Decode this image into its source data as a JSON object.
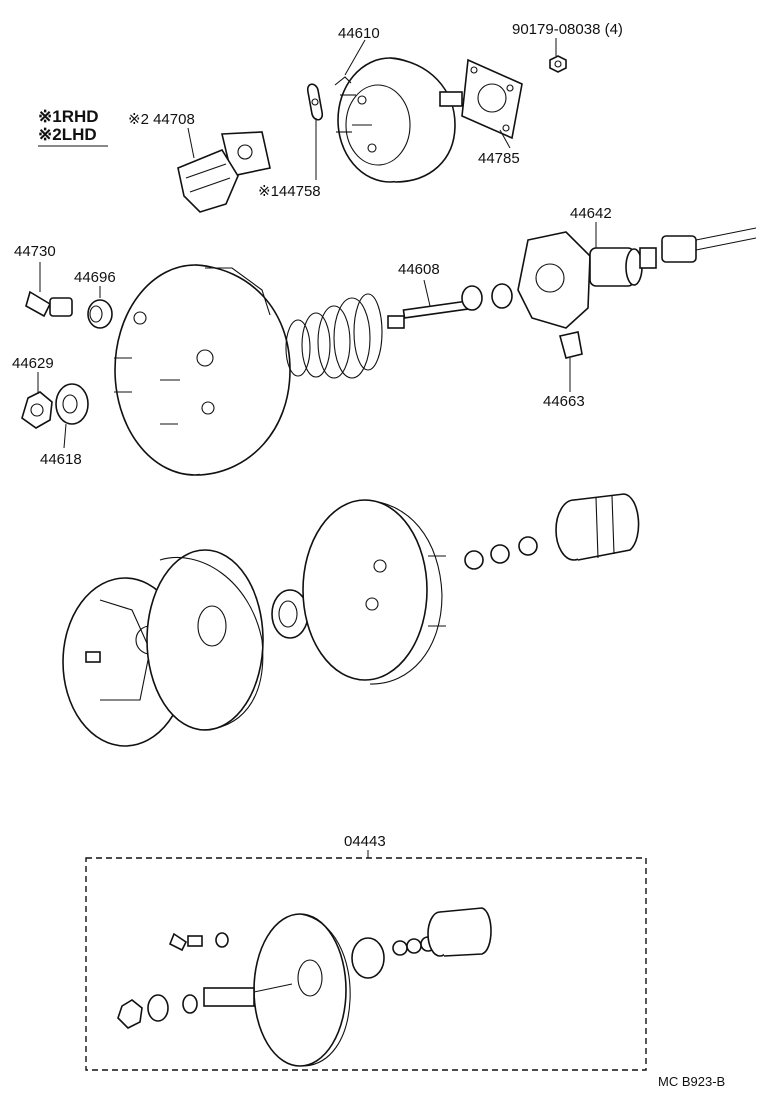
{
  "notes": {
    "rhd": "※1RHD",
    "lhd": "※2LHD"
  },
  "parts": {
    "p44610": "44610",
    "p90179": "90179-08038 (4)",
    "p44708": "※2 44708",
    "p44758": "※144758",
    "p44785": "44785",
    "p44642": "44642",
    "p44730": "44730",
    "p44696": "44696",
    "p44608": "44608",
    "p44629": "44629",
    "p44618": "44618",
    "p44663": "44663",
    "p04443": "04443"
  },
  "footer": {
    "code": "MC  B923-B"
  }
}
